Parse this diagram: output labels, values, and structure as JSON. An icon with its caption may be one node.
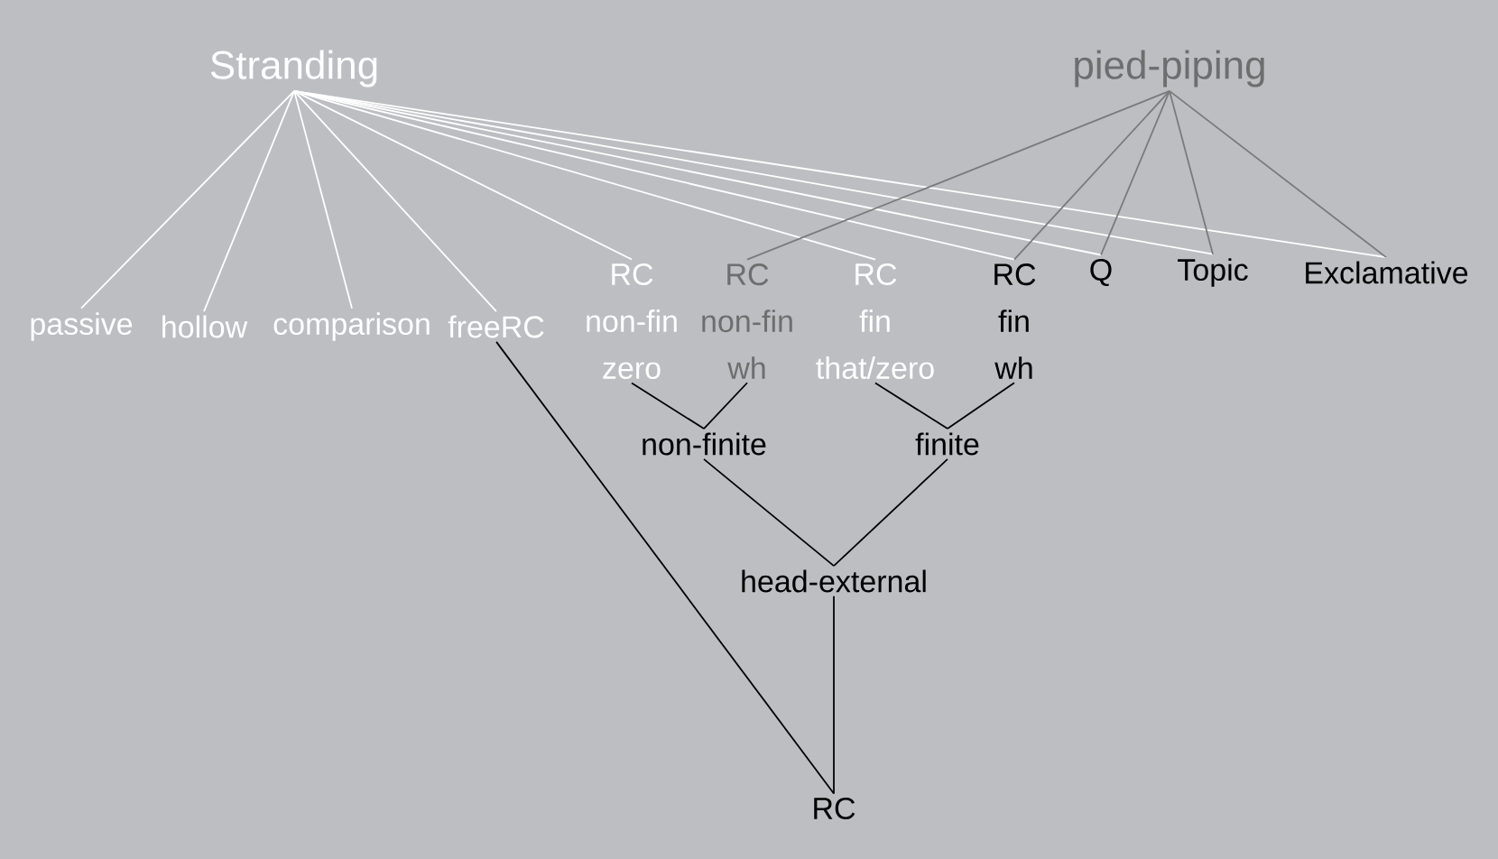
{
  "diagram": {
    "nodes": [
      {
        "text": [
          "Stranding"
        ]
      },
      {
        "text": [
          "pied-piping"
        ]
      },
      {
        "text": [
          "passive"
        ]
      },
      {
        "text": [
          "hollow"
        ]
      },
      {
        "text": [
          "comparison"
        ]
      },
      {
        "text": [
          "freeRC"
        ]
      },
      {
        "text": [
          "RC non-fin zero"
        ]
      },
      {
        "text": [
          "RC non-fin wh"
        ]
      },
      {
        "text": [
          "RC fin that/zero"
        ]
      },
      {
        "text": [
          "RC fin wh"
        ]
      },
      {
        "text": [
          "Q"
        ]
      },
      {
        "text": [
          "Topic"
        ]
      },
      {
        "text": [
          "Exclamative"
        ]
      },
      {
        "text": [
          "non-finite"
        ]
      },
      {
        "text": [
          "finite"
        ]
      },
      {
        "text": [
          "head-external"
        ]
      },
      {
        "text": [
          "RC"
        ]
      }
    ],
    "edges": [
      {
        "from": 0,
        "to": 2,
        "arrow": "none"
      },
      {
        "from": 0,
        "to": 3,
        "arrow": "none"
      },
      {
        "from": 0,
        "to": 4,
        "arrow": "none"
      },
      {
        "from": 0,
        "to": 5,
        "arrow": "none"
      },
      {
        "from": 0,
        "to": 6,
        "arrow": "none"
      },
      {
        "from": 0,
        "to": 8,
        "arrow": "none"
      },
      {
        "from": 0,
        "to": 9,
        "arrow": "none"
      },
      {
        "from": 0,
        "to": 10,
        "arrow": "none"
      },
      {
        "from": 0,
        "to": 11,
        "arrow": "none"
      },
      {
        "from": 0,
        "to": 12,
        "arrow": "none"
      },
      {
        "from": 1,
        "to": 7,
        "arrow": "none",
        "color": "#7a7a7a"
      },
      {
        "from": 1,
        "to": 9,
        "arrow": "none",
        "color": "#7a7a7a"
      },
      {
        "from": 1,
        "to": 10,
        "arrow": "none",
        "color": "#7a7a7a"
      },
      {
        "from": 1,
        "to": 11,
        "arrow": "none",
        "color": "#7a7a7a"
      },
      {
        "from": 1,
        "to": 12,
        "arrow": "none",
        "color": "#7a7a7a"
      },
      {
        "from": 6,
        "to": 13,
        "arrow": "none",
        "color": "#000000"
      },
      {
        "from": 7,
        "to": 13,
        "arrow": "none",
        "color": "#000000"
      },
      {
        "from": 8,
        "to": 14,
        "arrow": "none",
        "color": "#000000"
      },
      {
        "from": 9,
        "to": 14,
        "arrow": "none",
        "color": "#000000"
      },
      {
        "from": 13,
        "to": 15,
        "arrow": "none",
        "color": "#000000"
      },
      {
        "from": 14,
        "to": 15,
        "arrow": "none",
        "color": "#000000"
      },
      {
        "from": 5,
        "to": 16,
        "arrow": "none",
        "color": "#000000"
      },
      {
        "from": 15,
        "to": 16,
        "arrow": "none",
        "color": "#000000"
      }
    ]
  }
}
